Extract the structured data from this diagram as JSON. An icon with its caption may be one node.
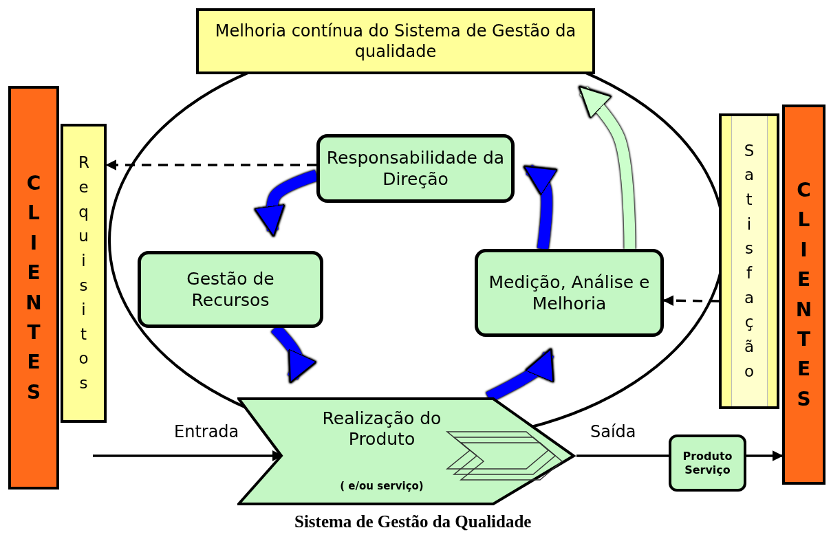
{
  "diagram": {
    "nodes": [
      {
        "text": [
          "Melhoria contínua do Sistema de Gestão da qualidade"
        ]
      },
      {
        "text": [
          "CLIENTES"
        ]
      },
      {
        "text": [
          "Requisitos"
        ]
      },
      {
        "text": [
          "Responsabilidade da Direção"
        ]
      },
      {
        "text": [
          "Gestão de Recursos"
        ]
      },
      {
        "text": [
          "Medição, Análise e Melhoria"
        ]
      },
      {
        "text": [
          "Realização do Produto",
          "( e/ou serviço)"
        ]
      },
      {
        "text": [
          "Satisfação"
        ]
      },
      {
        "text": [
          "CLIENTES"
        ]
      },
      {
        "text": [
          "Produto Serviço"
        ]
      }
    ],
    "edges": [
      {
        "from": 3,
        "to": 2,
        "arrow": "to",
        "style": "dashed"
      },
      {
        "from": 7,
        "to": 5,
        "arrow": "to",
        "style": "dashed"
      },
      {
        "from": 3,
        "to": 4,
        "arrow": "to",
        "style": "thick",
        "color": "#0000ff"
      },
      {
        "from": 4,
        "to": 6,
        "arrow": "to",
        "style": "thick",
        "color": "#0000ff"
      },
      {
        "from": 6,
        "to": 5,
        "arrow": "to",
        "style": "thick",
        "color": "#0000ff"
      },
      {
        "from": 5,
        "to": 3,
        "arrow": "to",
        "style": "thick",
        "color": "#0000ff"
      },
      {
        "from": 5,
        "to": 0,
        "arrow": "to",
        "style": "thick",
        "color": "#ccffcc"
      },
      {
        "from": null,
        "to": 6,
        "arrow": "to",
        "label": "Entrada"
      },
      {
        "from": 6,
        "to": 9,
        "arrow": "none",
        "label": "Saída"
      },
      {
        "from": 9,
        "to": 8,
        "arrow": "to"
      }
    ],
    "labels": [
      "Sistema de Gestão da Qualidade"
    ]
  }
}
